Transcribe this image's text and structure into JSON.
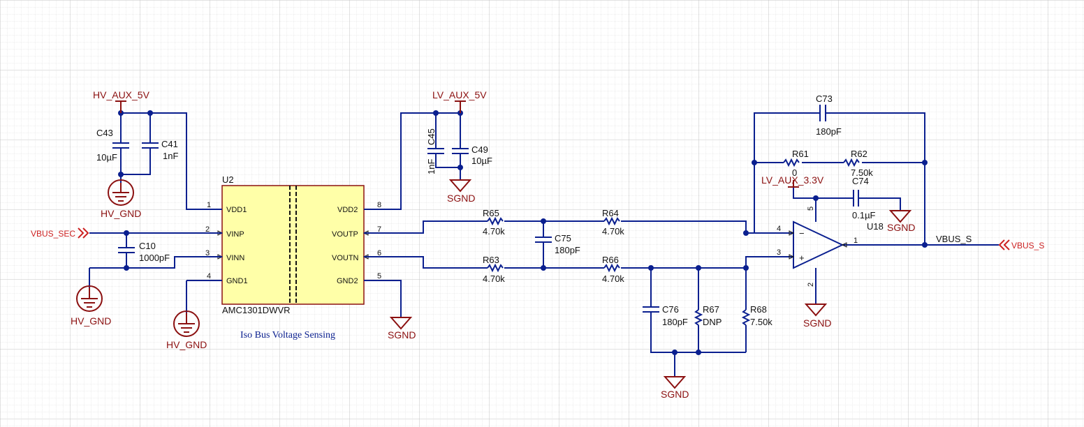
{
  "colors": {
    "wire": "#0a1f8f",
    "power": "#8b1010",
    "ic_fill": "#ffffa8",
    "grid": "#c8c8c8",
    "port": "#cc2222"
  },
  "power_labels": {
    "hv_aux_5v": "HV_AUX_5V",
    "lv_aux_5v": "LV_AUX_5V",
    "lv_aux_3v3": "LV_AUX_3.3V",
    "hv_gnd": "HV_GND",
    "sgnd": "SGND"
  },
  "ports": {
    "vbus_sec": "VBUS_SEC",
    "vbus_s": "VBUS_S"
  },
  "net_labels": {
    "vbus_s": "VBUS_S"
  },
  "u2": {
    "designator": "U2",
    "part": "AMC1301DWVR",
    "caption": "Iso Bus Voltage Sensing",
    "pins": {
      "p1": {
        "num": "1",
        "name": "VDD1"
      },
      "p2": {
        "num": "2",
        "name": "VINP"
      },
      "p3": {
        "num": "3",
        "name": "VINN"
      },
      "p4": {
        "num": "4",
        "name": "GND1"
      },
      "p5": {
        "num": "5",
        "name": "GND2"
      },
      "p6": {
        "num": "6",
        "name": "VOUTN"
      },
      "p7": {
        "num": "7",
        "name": "VOUTP"
      },
      "p8": {
        "num": "8",
        "name": "VDD2"
      }
    }
  },
  "u18": {
    "designator": "U18",
    "pins": {
      "p1": "1",
      "p2": "2",
      "p3": "3",
      "p4": "4",
      "p5": "5"
    },
    "minus": "−",
    "plus": "+"
  },
  "components": {
    "c43": {
      "ref": "C43",
      "value": "10µF"
    },
    "c41": {
      "ref": "C41",
      "value": "1nF"
    },
    "c45": {
      "ref": "C45",
      "value": "1nF"
    },
    "c49": {
      "ref": "C49",
      "value": "10µF"
    },
    "c10": {
      "ref": "C10",
      "value": "1000pF"
    },
    "r65": {
      "ref": "R65",
      "value": "4.70k"
    },
    "r63": {
      "ref": "R63",
      "value": "4.70k"
    },
    "c75": {
      "ref": "C75",
      "value": "180pF"
    },
    "r64": {
      "ref": "R64",
      "value": "4.70k"
    },
    "r66": {
      "ref": "R66",
      "value": "4.70k"
    },
    "c76": {
      "ref": "C76",
      "value": "180pF"
    },
    "r67": {
      "ref": "R67",
      "value": "DNP"
    },
    "r68": {
      "ref": "R68",
      "value": "7.50k"
    },
    "c73": {
      "ref": "C73",
      "value": "180pF"
    },
    "r61": {
      "ref": "R61",
      "value": "0"
    },
    "r62": {
      "ref": "R62",
      "value": "7.50k"
    },
    "c74": {
      "ref": "C74",
      "value": "0.1µF"
    }
  }
}
